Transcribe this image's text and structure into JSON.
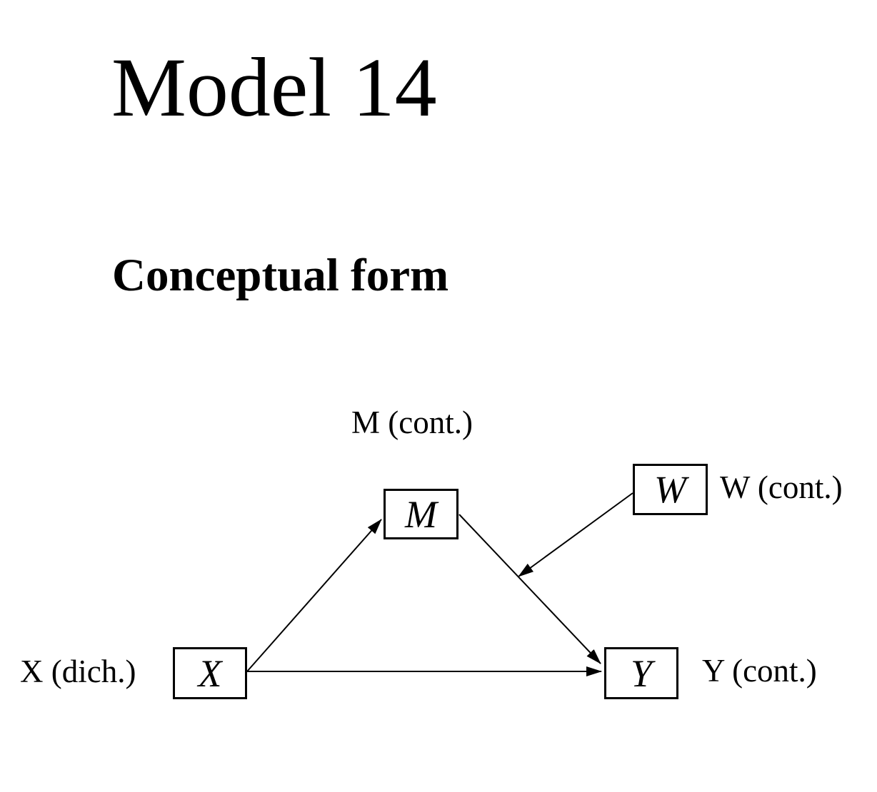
{
  "title": "Model 14",
  "subtitle": "Conceptual form",
  "diagram": {
    "nodes": [
      {
        "id": "M",
        "symbol": "M",
        "label": "M (cont.)"
      },
      {
        "id": "W",
        "symbol": "W",
        "label": "W (cont.)"
      },
      {
        "id": "X",
        "symbol": "X",
        "label": "X (dich.)"
      },
      {
        "id": "Y",
        "symbol": "Y",
        "label": "Y (cont.)"
      }
    ],
    "edges": [
      {
        "from": "X",
        "to": "M"
      },
      {
        "from": "X",
        "to": "Y"
      },
      {
        "from": "M",
        "to": "Y"
      },
      {
        "from": "W",
        "to": "M-Y path"
      }
    ],
    "colors": {
      "background": "#ffffff",
      "line": "#000000",
      "box_border": "#000000",
      "text": "#000000"
    }
  }
}
